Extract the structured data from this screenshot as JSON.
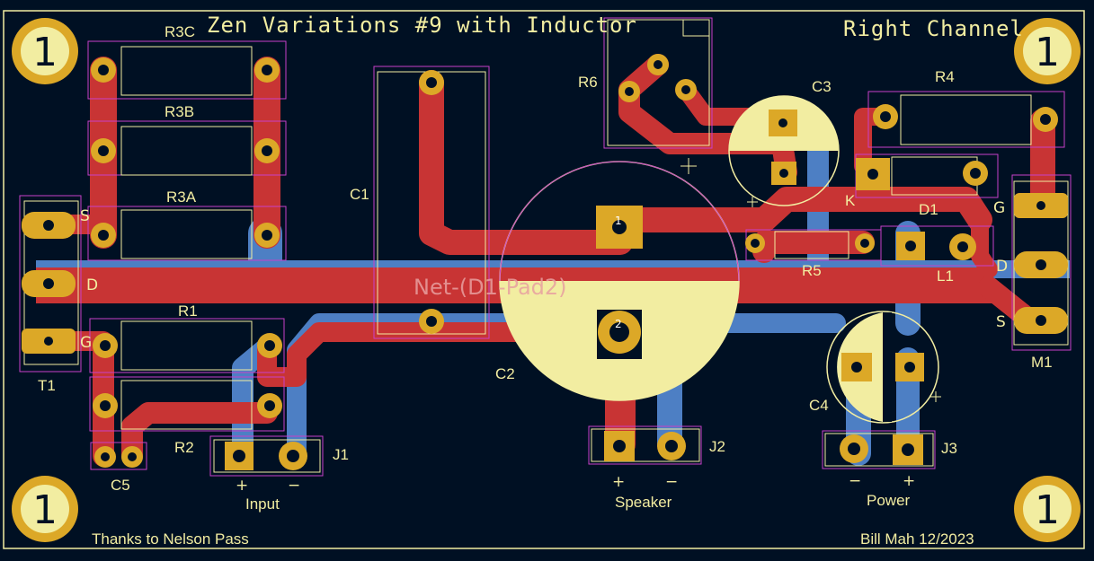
{
  "title": "Zen Variations #9 with Inductor",
  "channel": "Right Channel",
  "credit_left": "Thanks to Nelson Pass",
  "credit_right": "Bill Mah 12/2023",
  "net_label": "Net-(D1-Pad2)",
  "mount_hole_label": "1",
  "refs": {
    "r3c": "R3C",
    "r3b": "R3B",
    "r3a": "R3A",
    "r1": "R1",
    "r2": "R2",
    "c1": "C1",
    "c2": "C2",
    "c3": "C3",
    "c4": "C4",
    "c5": "C5",
    "r4": "R4",
    "r5": "R5",
    "r6": "R6",
    "d1": "D1",
    "l1": "L1",
    "t1": "T1",
    "m1": "M1",
    "j1": "J1",
    "j2": "J2",
    "j3": "J3",
    "k": "K"
  },
  "pins": {
    "t1_s": "S",
    "t1_d": "D",
    "t1_g": "G",
    "m1_g": "G",
    "m1_d": "D",
    "m1_s": "S",
    "c2_p1": "1",
    "c2_p2": "2"
  },
  "connectors": {
    "input": {
      "label": "Input",
      "plus": "+",
      "minus": "−"
    },
    "speaker": {
      "label": "Speaker",
      "plus": "+",
      "minus": "−"
    },
    "power": {
      "label": "Power",
      "plus": "+",
      "minus": "−"
    }
  },
  "colors": {
    "board": "#001023",
    "front_copper": "#C83434",
    "back_copper": "#4D7FC4",
    "silkscreen": "#F2EDA1",
    "pad": "#DCA827",
    "courtyard": "#C840C8"
  }
}
